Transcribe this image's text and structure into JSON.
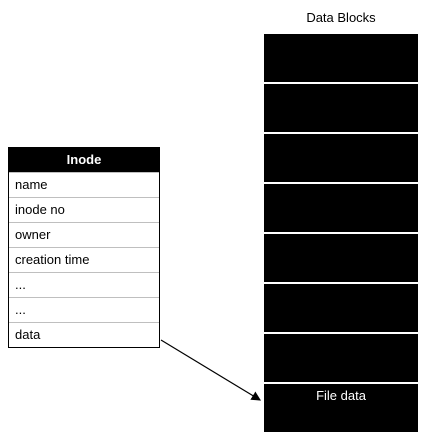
{
  "inode": {
    "title": "Inode",
    "fields": [
      "name",
      "inode no",
      "owner",
      "creation time",
      "...",
      "...",
      "data"
    ]
  },
  "data_blocks": {
    "title": "Data Blocks",
    "blocks": [
      "",
      "",
      "",
      "",
      "",
      "",
      "",
      "File data"
    ]
  },
  "colors": {
    "block_fill": "#000000",
    "header_fill": "#000000",
    "row_border": "#bfbfbf"
  }
}
